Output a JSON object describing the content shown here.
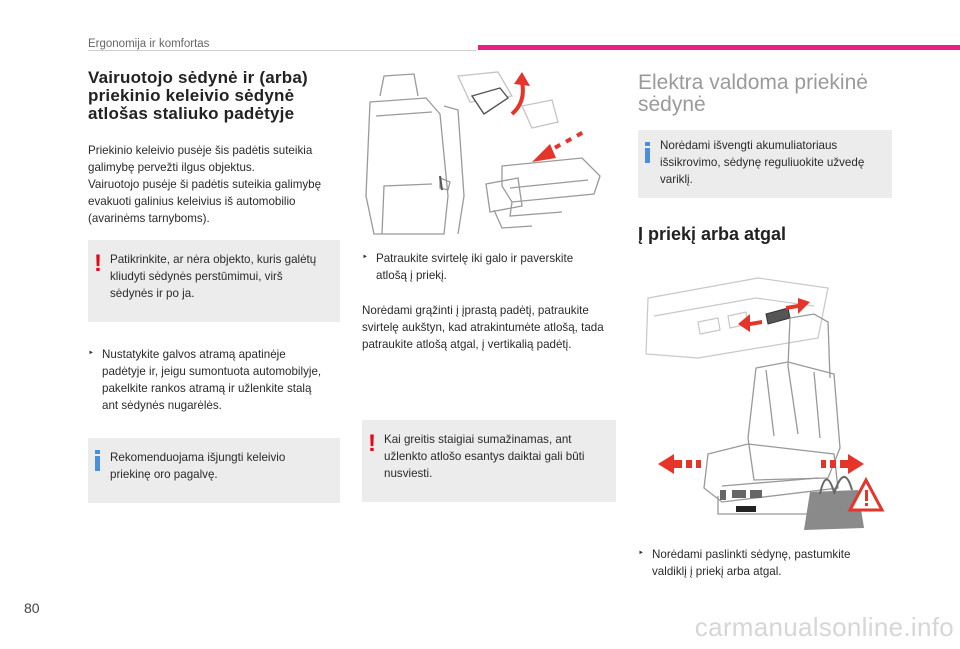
{
  "header": {
    "section": "Ergonomija ir komfortas",
    "accent_color": "#e81e8c"
  },
  "col1": {
    "title": "Vairuotojo sėdynė ir (arba) priekinio keleivio sėdynė atlošas staliuko padėtyje",
    "title_lines": [
      "Vairuotojo sėdynė ir (arba)",
      "priekinio keleivio sėdynė",
      "atlošas staliuko padėtyje"
    ],
    "intro_lines": [
      "Priekinio keleivio pusėje šis padėtis suteikia",
      "galimybę pervežti ilgus objektus.",
      "Vairuotojo pusėje ši padėtis suteikia galimybę",
      "evakuoti galinius keleivius iš automobilio",
      "(avarinėms tarnyboms)."
    ],
    "warning_lines": [
      "Patikrinkite, ar nėra objekto, kuris galėtų",
      "kliudyti sėdynės perstūmimui, virš",
      "sėdynės ir po ja."
    ],
    "step_lines": [
      "Nustatykite galvos atramą apatinėje",
      "padėtyje ir, jeigu sumontuota automobilyje,",
      "pakelkite rankos atramą ir užlenkite stalą",
      "ant sėdynės nugarėlės."
    ],
    "info_lines": [
      "Rekomenduojama išjungti keleivio",
      "priekinę oro pagalvę."
    ]
  },
  "col2": {
    "step_lines": [
      "Patraukite svirtelę iki galo ir paverskite",
      "atlošą į priekį."
    ],
    "para_lines": [
      "Norėdami grąžinti į įprastą padėtį, patraukite",
      "svirtelę aukštyn, kad atrakintumėte atlošą, tada",
      "patraukite atlošą atgal, į vertikalią padėtį."
    ],
    "warning_lines": [
      "Kai greitis staigiai sumažinamas, ant",
      "užlenkto atlošo esantys daiktai gali būti",
      "nusviesti."
    ]
  },
  "col3": {
    "title_lines": [
      "Elektra valdoma priekinė",
      "sėdynė"
    ],
    "info_lines": [
      "Norėdami išvengti akumuliatoriaus",
      "išsikrovimo, sėdynę reguliuokite užvedę",
      "variklį."
    ],
    "subtitle": "Į priekį arba atgal",
    "step_lines": [
      "Norėdami paslinkti sėdynę, pastumkite",
      "valdiklį į priekį arba atgal."
    ]
  },
  "footer": {
    "page_number": "80",
    "watermark": "carmanualsonline.info"
  },
  "icons": {
    "warning": "exclamation-icon",
    "info": "info-icon",
    "bullet": "arrow-bullet-icon"
  },
  "colors": {
    "warning_red": "#e30613",
    "info_blue": "#4a90d9",
    "box_gray": "#ececec",
    "arrow_red": "#e5342a"
  }
}
